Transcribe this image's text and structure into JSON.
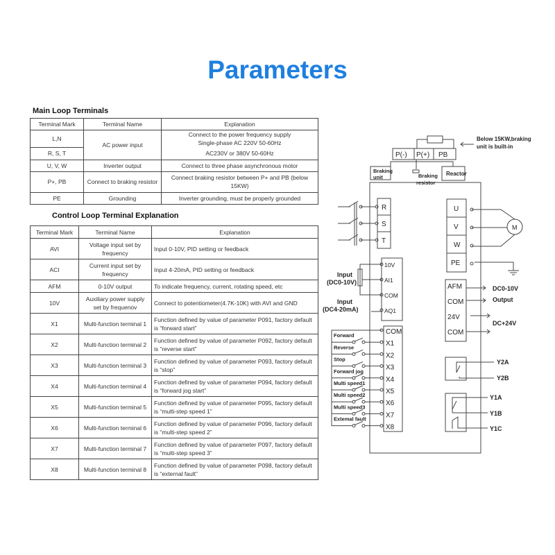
{
  "title": "Parameters",
  "main_loop": {
    "heading": "Main Loop Terminals",
    "headers": [
      "Terminal Mark",
      "Terminal Name",
      "Explanation"
    ],
    "rows": [
      {
        "mark": "L,N",
        "name": "AC power input",
        "exp1": "Connect to the power frequency supply",
        "exp2": "Single-phase AC 220V 50-60Hz"
      },
      {
        "mark": "R, S, T",
        "exp": "AC230V or 380V 50-60Hz"
      },
      {
        "mark": "U, V, W",
        "name": "Inverter output",
        "exp": "Connect to three phase asynchronous motor"
      },
      {
        "mark": "P+, PB",
        "name": "Connect to braking resistor",
        "exp": "Connect braking resistor between P+ and PB (below 15KW)"
      },
      {
        "mark": "PE",
        "name": "Grounding",
        "exp": "Inverter grounding, must be properly grounded"
      }
    ]
  },
  "control_loop": {
    "heading": "Control Loop Terminal Explanation",
    "headers": [
      "Terminal Mark",
      "Terminal Name",
      "Explanation"
    ],
    "rows": [
      {
        "mark": "AVI",
        "name": "Voltage input set by frequency",
        "exp": "Input 0-10V, PID setting or feedback"
      },
      {
        "mark": "ACI",
        "name": "Current input set by frequency",
        "exp": "Input 4-20mA, PID setting or feedback"
      },
      {
        "mark": "AFM",
        "name": "0-10V output",
        "exp": "To indicate frequency, current, rotating speed, etc"
      },
      {
        "mark": "10V",
        "name": "Auxiliary power supply set by frequenov",
        "exp": "Connect to potentiometer(4.7K-10K) with AVI and GND"
      },
      {
        "mark": "X1",
        "name": "Multi-function terminal 1",
        "exp": "Function defined by value of parameter P091, factory default is “forward start”"
      },
      {
        "mark": "X2",
        "name": "Multi-function terminal 2",
        "exp": "Function defined by value of parameter P092, factory default is “reverse start”"
      },
      {
        "mark": "X3",
        "name": "Multi-function terminal 3",
        "exp": "Function defined by value of parameter P093, factory default is “stop”"
      },
      {
        "mark": "X4",
        "name": "Multi-function terminal 4",
        "exp": "Function defined by value of parameter P094, factory default is “forward jog start”"
      },
      {
        "mark": "X5",
        "name": "Multi-function terminal 5",
        "exp": "Function defined by value of parameter P095, factory default is “multi-step speed 1”"
      },
      {
        "mark": "X6",
        "name": "Multi-function terminal 6",
        "exp": "Function defined by value of parameter P096, factory default is “multi-step speed 2”"
      },
      {
        "mark": "X7",
        "name": "Multi-function terminal 7",
        "exp": "Function defined by value of parameter P097, factory default is “multi-step speed 3”"
      },
      {
        "mark": "X8",
        "name": "Multi-function terminal 8",
        "exp": "Function defined by value of parameter P098, factory default is “external fault”"
      }
    ]
  },
  "diagram": {
    "top_terminals": [
      "P(-)",
      "P(+)",
      "PB"
    ],
    "note1": "Below 15KW,braking",
    "note2": "unit is built-in",
    "braking_unit1": "Braking",
    "braking_unit2": "unit",
    "braking_res1": "Braking",
    "braking_res2": "resistor",
    "reactor": "Reactor",
    "input_terms": [
      "R",
      "S",
      "T"
    ],
    "output_terms": [
      "U",
      "V",
      "W",
      "PE"
    ],
    "motor": "M",
    "analog_terms": [
      "10V",
      "AI1",
      "COM",
      "AQ1"
    ],
    "in_v1": "Input",
    "in_v2": "(DC0-10V)",
    "in_c1": "Input",
    "in_c2": "(DC4-20mA)",
    "out_terms": [
      "AFM",
      "COM",
      "24V",
      "COM"
    ],
    "out1": "DC0-10V",
    "out2": "Output",
    "out3": "DC+24V",
    "digital_terms": [
      "COM",
      "X1",
      "X2",
      "X3",
      "X4",
      "X5",
      "X6",
      "X7",
      "X8"
    ],
    "digital_labels": [
      "Forward",
      "Reverse",
      "Stop",
      "Forward jog",
      "Multi speed1",
      "Multi speed2",
      "Multi speed3",
      "Extemal fault"
    ],
    "relay": [
      "Y2A",
      "Y2B",
      "Y1A",
      "Y1B",
      "Y1C"
    ]
  }
}
